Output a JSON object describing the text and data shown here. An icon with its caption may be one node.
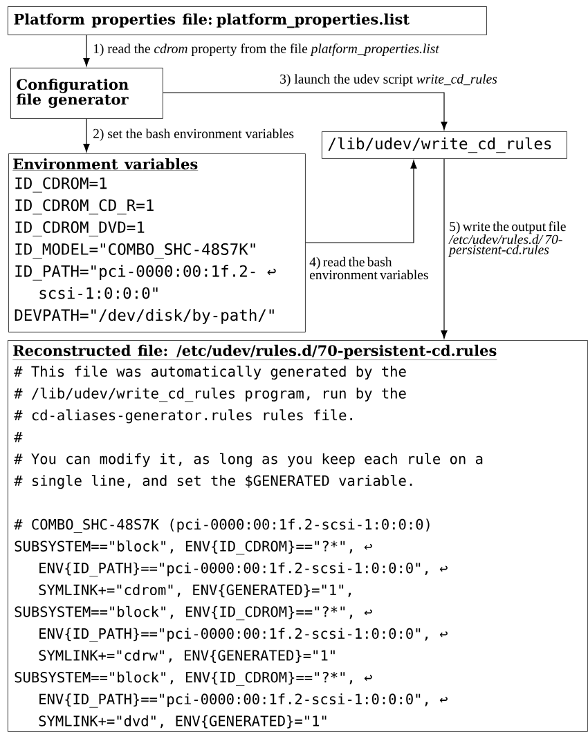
{
  "diagram": {
    "nodes": [
      {
        "text": [
          "Platform properties file: platform_properties.list"
        ]
      },
      {
        "text": [
          "Configuration file generator"
        ]
      },
      {
        "text": [
          "/lib/udev/write_cd_rules"
        ]
      },
      {
        "text": [
          "Environment variables",
          "ID_CDROM=1",
          "ID_CDROM_CD_R=1",
          "ID_CDROM_DVD=1",
          "ID_MODEL=\"COMBO_SHC-48S7K\"",
          "ID_PATH=\"pci-0000:00:1f.2- ↩",
          "scsi-1:0:0:0\"",
          "DEVPATH=\"/dev/disk/by-path/\""
        ]
      },
      {
        "text": [
          "Reconstructed file: /etc/udev/rules.d/70-persistent-cd.rules",
          "# This file was automatically generated by the",
          "# /lib/udev/write_cd_rules program, run by the",
          "# cd-aliases-generator.rules rules file.",
          "#",
          "# You can modify it, as long as you keep each rule on a",
          "# single line, and set the $GENERATED variable.",
          "# COMBO_SHC-48S7K (pci-0000:00:1f.2-scsi-1:0:0:0)",
          "SUBSYSTEM==\"block\", ENV{ID_CDROM}==\"?*\", ↩",
          "ENV{ID_PATH}==\"pci-0000:00:1f.2-scsi-1:0:0:0\", ↩",
          "SYMLINK+=\"cdrom\", ENV{GENERATED}=\"1\",",
          "SUBSYSTEM==\"block\", ENV{ID_CDROM}==\"?*\", ↩",
          "ENV{ID_PATH}==\"pci-0000:00:1f.2-scsi-1:0:0:0\", ↩",
          "SYMLINK+=\"cdrw\", ENV{GENERATED}=\"1\"",
          "SUBSYSTEM==\"block\", ENV{ID_CDROM}==\"?*\", ↩",
          "ENV{ID_PATH}==\"pci-0000:00:1f.2-scsi-1:0:0:0\", ↩",
          "SYMLINK+=\"dvd\", ENV{GENERATED}=\"1\""
        ]
      }
    ],
    "edges": [
      {
        "from": 0,
        "to": 1,
        "arrow": "to",
        "label": "1) read the *cdrom* property from the file *platform_properties.list*"
      },
      {
        "from": 1,
        "to": 3,
        "arrow": "to",
        "label": "2) set the bash environment variables"
      },
      {
        "from": 1,
        "to": 2,
        "arrow": "to",
        "label": "3) launch the udev script *write_cd_rules*"
      },
      {
        "from": 3,
        "to": 2,
        "arrow": "to",
        "label": "4) read the bash environment variables"
      },
      {
        "from": 2,
        "to": 4,
        "arrow": "to",
        "label": "5) write the output file */etc/udev/rules.d/ 70-persistent-cd.rules*"
      }
    ]
  }
}
